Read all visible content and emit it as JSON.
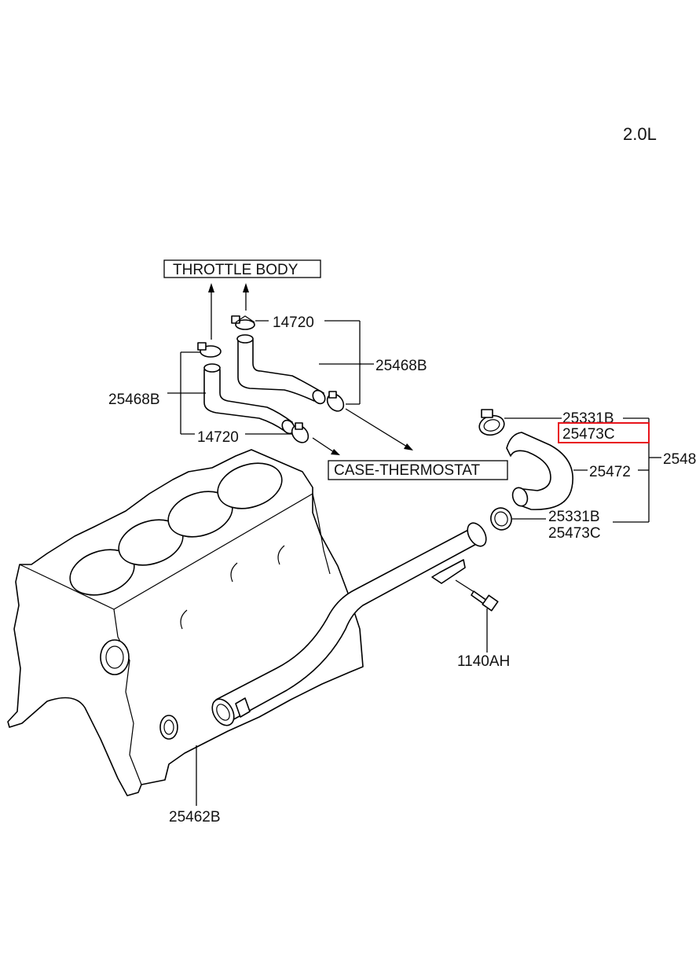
{
  "variant": "2.0L",
  "boxed_labels": {
    "throttle_body": "THROTTLE BODY",
    "case_thermostat": "CASE-THERMOSTAT"
  },
  "part_numbers": {
    "clamp_upper": "14720",
    "hose_upper_right": "25468B",
    "hose_left": "25468B",
    "clamp_lower": "14720",
    "clamp_top_a": "25331B",
    "clamp_top_b": "25473C",
    "hose_main": "25472",
    "assembly_cut": "2548",
    "clamp_bottom_a": "25331B",
    "clamp_bottom_b": "25473C",
    "bolt": "1140AH",
    "pipe": "25462B"
  },
  "highlight": {
    "part": "25473C",
    "color": "#e8141b"
  }
}
